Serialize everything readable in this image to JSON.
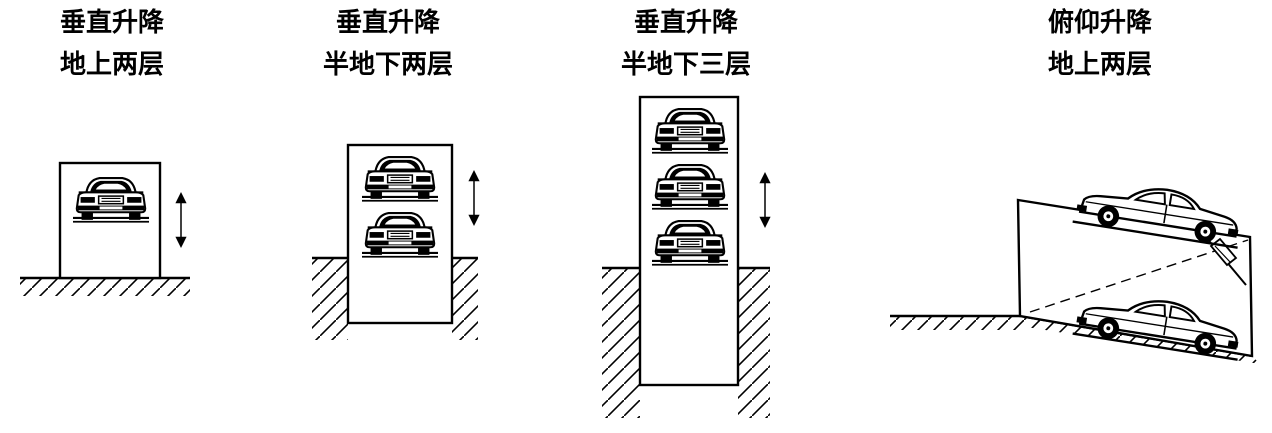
{
  "colors": {
    "ink": "#000000",
    "paper": "#ffffff",
    "car_body": "#ffffff"
  },
  "panels": [
    {
      "line1": "垂直升降",
      "line2": "地上两层"
    },
    {
      "line1": "垂直升降",
      "line2": "半地下两层"
    },
    {
      "line1": "垂直升降",
      "line2": "半地下三层"
    },
    {
      "line1": "俯仰升降",
      "line2": "地上两层"
    }
  ]
}
